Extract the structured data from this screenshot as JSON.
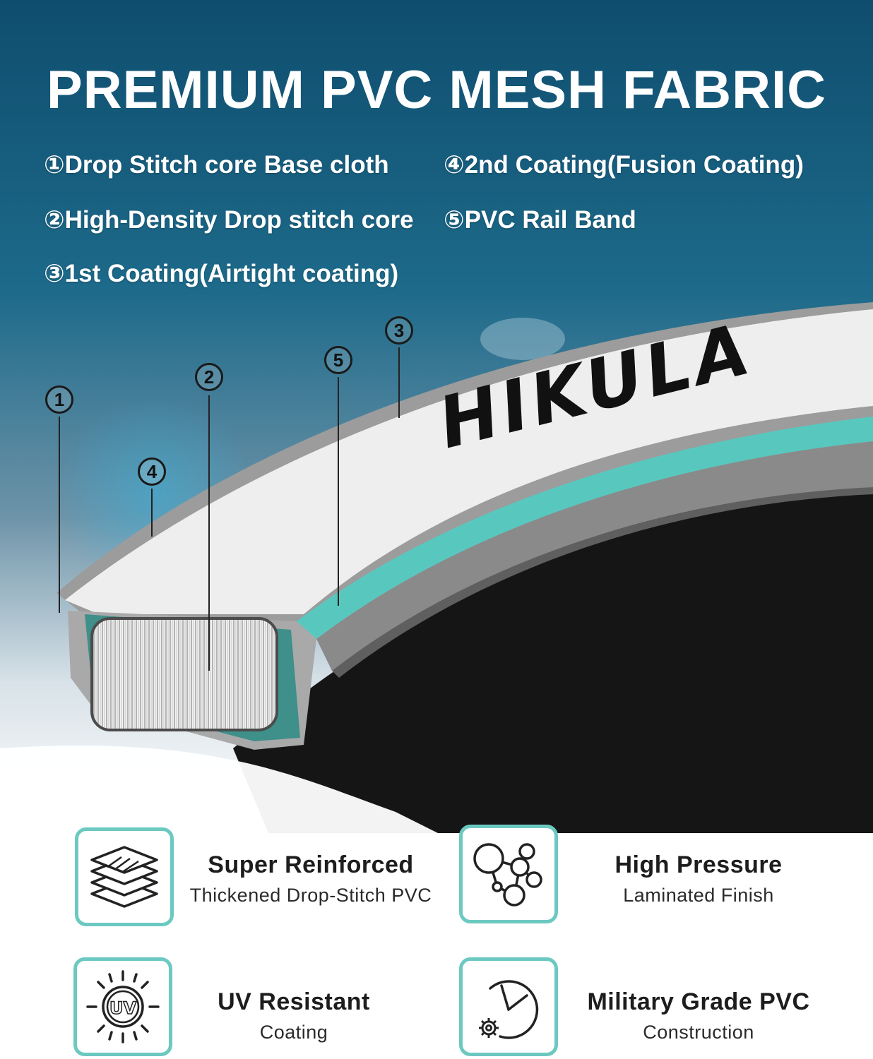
{
  "title": "PREMIUM PVC MESH FABRIC",
  "legend": [
    {
      "num": "①",
      "text": "Drop Stitch core Base cloth"
    },
    {
      "num": "②",
      "text": "High-Density Drop stitch core"
    },
    {
      "num": "③",
      "text": "1st Coating(Airtight coating)"
    },
    {
      "num": "④",
      "text": "2nd Coating(Fusion Coating)"
    },
    {
      "num": "⑤",
      "text": "PVC Rail Band"
    }
  ],
  "callouts": [
    "1",
    "2",
    "3",
    "4",
    "5"
  ],
  "brand": "HIKULA",
  "features": [
    {
      "title": "Super Reinforced",
      "subtitle": "Thickened Drop-Stitch PVC",
      "icon": "layers-icon"
    },
    {
      "title": "High Pressure",
      "subtitle": "Laminated Finish",
      "icon": "molecule-icon"
    },
    {
      "title": "UV Resistant",
      "subtitle": "Coating",
      "icon": "uv-sun-icon",
      "icon_text": "UV"
    },
    {
      "title": "Military Grade PVC",
      "subtitle": "Construction",
      "icon": "gauge-gear-icon"
    }
  ],
  "colors": {
    "accent_teal": "#6cc9c1",
    "sky_dark": "#0f4d6e",
    "board_white": "#eeeeee",
    "board_black": "#151515"
  }
}
